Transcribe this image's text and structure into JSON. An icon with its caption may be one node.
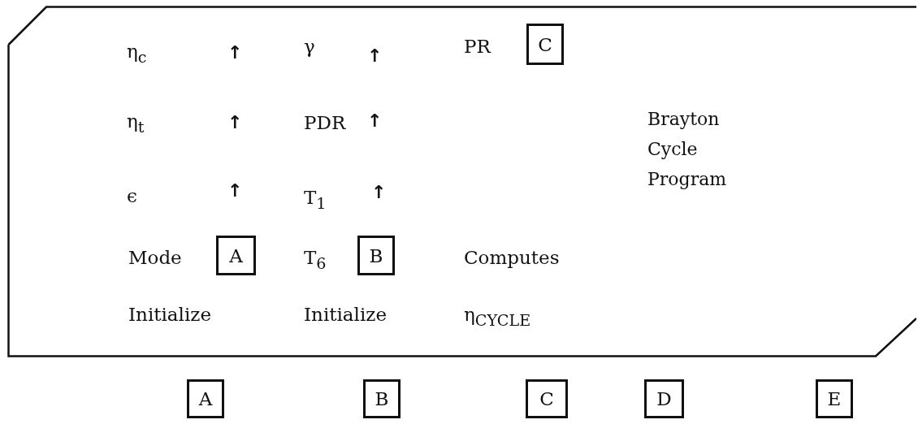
{
  "diagram": {
    "nodes": [
      {
        "text": [
          "Brayton Cycle Program"
        ]
      },
      {
        "text": [
          "C"
        ],
        "in": 0
      },
      {
        "text": [
          "A"
        ],
        "in": 0
      },
      {
        "text": [
          "B"
        ],
        "in": 0
      },
      {
        "text": [
          "A"
        ]
      },
      {
        "text": [
          "B"
        ]
      },
      {
        "text": [
          "C"
        ]
      },
      {
        "text": [
          "D"
        ]
      },
      {
        "text": [
          "E"
        ]
      }
    ],
    "labels": [
      "η$_{c}$",
      "↑",
      "γ",
      "↑",
      "PR",
      "η$_{t}$",
      "↑",
      "PDR",
      "↑",
      "ϵ",
      "↑",
      "T$_{1}$",
      "↑",
      "Mode",
      "T$_{6}$",
      "Computes",
      "Initialize",
      "Initialize",
      "η$_{CYCLE}$"
    ]
  }
}
